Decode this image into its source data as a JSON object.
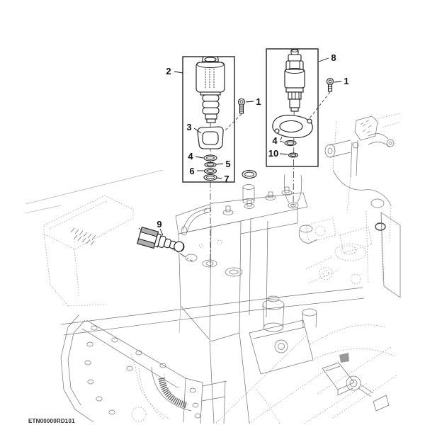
{
  "figure": {
    "code": "ETN00000RD101"
  },
  "colors": {
    "background": "#ffffff",
    "part_line": "#1a1a1a",
    "housing_line": "#6f6f6f",
    "box_line": "#222222",
    "callout_text": "#111111"
  },
  "callouts": [
    {
      "number": "2",
      "part": "solenoid-valve-left"
    },
    {
      "number": "1",
      "part": "cap-screw-left"
    },
    {
      "number": "3",
      "part": "retainer-plate"
    },
    {
      "number": "4",
      "part": "o-ring-left"
    },
    {
      "number": "5",
      "part": "backup-ring"
    },
    {
      "number": "6",
      "part": "o-ring"
    },
    {
      "number": "7",
      "part": "o-ring"
    },
    {
      "number": "8",
      "part": "solenoid-valve-right"
    },
    {
      "number": "1",
      "part": "cap-screw-right"
    },
    {
      "number": "4",
      "part": "o-ring-right"
    },
    {
      "number": "10",
      "part": "o-ring-small"
    },
    {
      "number": "9",
      "part": "hydraulic-fitting"
    }
  ]
}
